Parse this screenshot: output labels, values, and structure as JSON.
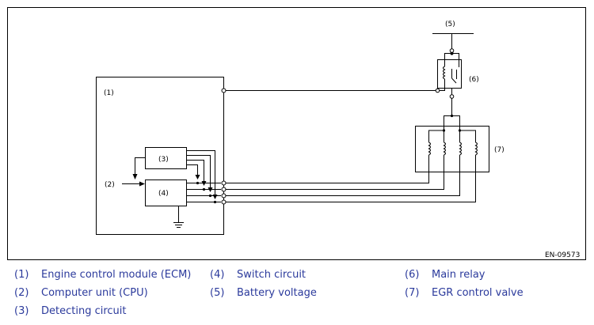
{
  "diagram": {
    "figure_code": "EN-09573",
    "callouts": {
      "ecm": "(1)",
      "cpu": "(2)",
      "detecting": "(3)",
      "switch": "(4)",
      "battery": "(5)",
      "main_relay": "(6)",
      "egr_valve": "(7)"
    }
  },
  "legend": [
    {
      "num": "(1)",
      "label": "Engine control module (ECM)"
    },
    {
      "num": "(2)",
      "label": "Computer unit (CPU)"
    },
    {
      "num": "(3)",
      "label": "Detecting circuit"
    },
    {
      "num": "(4)",
      "label": "Switch circuit"
    },
    {
      "num": "(5)",
      "label": "Battery voltage"
    },
    {
      "num": "(6)",
      "label": "Main relay"
    },
    {
      "num": "(7)",
      "label": "EGR control valve"
    }
  ],
  "colors": {
    "legend_text": "#2b3a9c",
    "line": "#000000"
  }
}
